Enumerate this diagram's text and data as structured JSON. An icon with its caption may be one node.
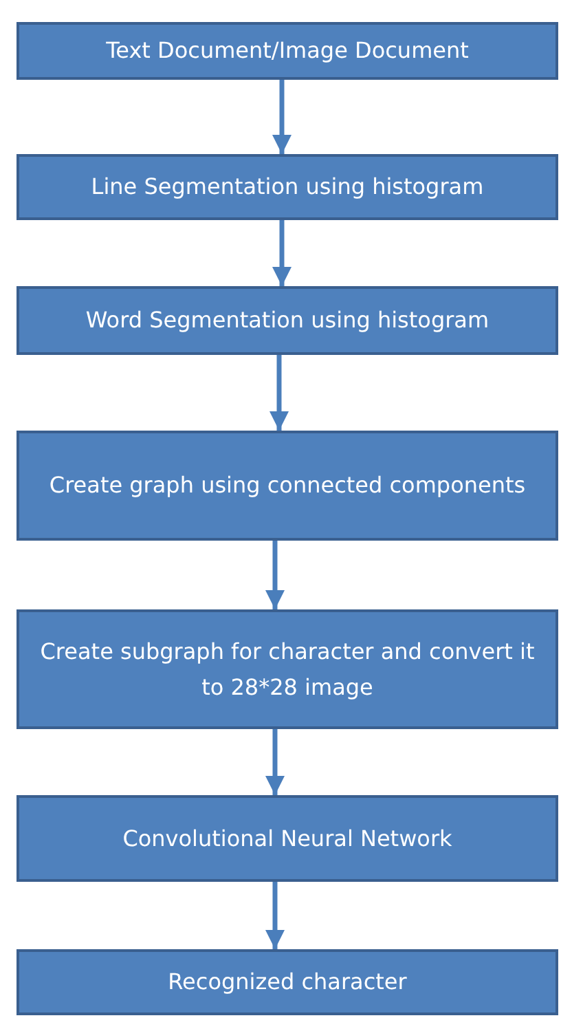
{
  "diagram": {
    "nodes": [
      {
        "text": [
          "Text Document/Image Document"
        ]
      },
      {
        "text": [
          "Line Segmentation using histogram"
        ]
      },
      {
        "text": [
          "Word Segmentation using histogram"
        ]
      },
      {
        "text": [
          "Create graph using connected components"
        ]
      },
      {
        "text": [
          "Create subgraph for character and convert it to 28*28 image"
        ]
      },
      {
        "text": [
          "Convolutional Neural Network"
        ]
      },
      {
        "text": [
          "Recognized character"
        ]
      }
    ],
    "edges": [
      {
        "from": 0,
        "to": 1,
        "arrow": "to"
      },
      {
        "from": 1,
        "to": 2,
        "arrow": "to"
      },
      {
        "from": 2,
        "to": 3,
        "arrow": "to"
      },
      {
        "from": 3,
        "to": 4,
        "arrow": "to"
      },
      {
        "from": 4,
        "to": 5,
        "arrow": "to"
      },
      {
        "from": 5,
        "to": 6,
        "arrow": "to"
      }
    ]
  }
}
